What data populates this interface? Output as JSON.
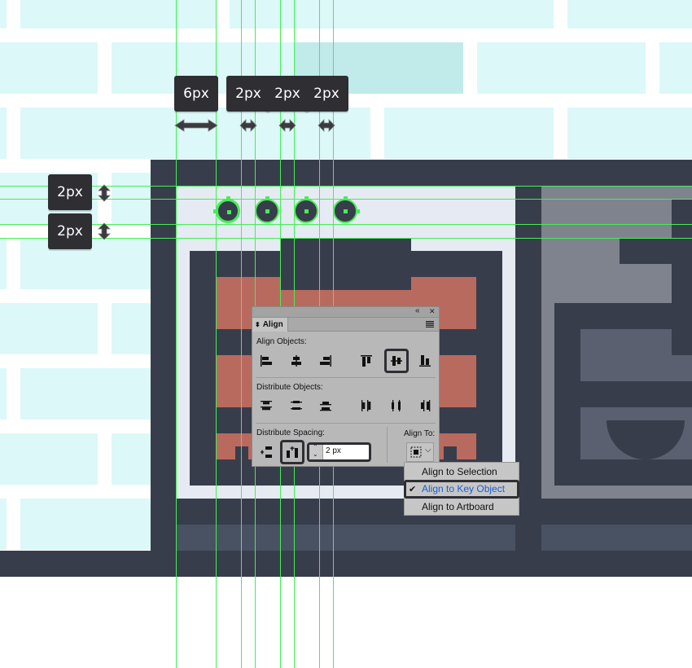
{
  "measurements": {
    "top_horizontal": [
      "6px",
      "2px",
      "2px",
      "2px"
    ],
    "left_vertical": [
      "2px",
      "2px"
    ]
  },
  "panel": {
    "tab_label": "Align",
    "align_objects_label": "Align Objects:",
    "distribute_objects_label": "Distribute Objects:",
    "distribute_spacing_label": "Distribute Spacing:",
    "align_to_label": "Align To:",
    "spacing_value": "2 px",
    "collapse_icon": "«",
    "close_icon": "✕"
  },
  "align_to_menu": {
    "items": [
      "Align to Selection",
      "Align to Key Object",
      "Align to Artboard"
    ],
    "checked_index": 1,
    "check_mark": "✔"
  },
  "colors": {
    "frame_dark": "#383d4b",
    "screen_light": "#e6ebf3",
    "salmon": "#b96a5e",
    "guide_green": "#44ee55",
    "brick": "#dcf8f8"
  }
}
